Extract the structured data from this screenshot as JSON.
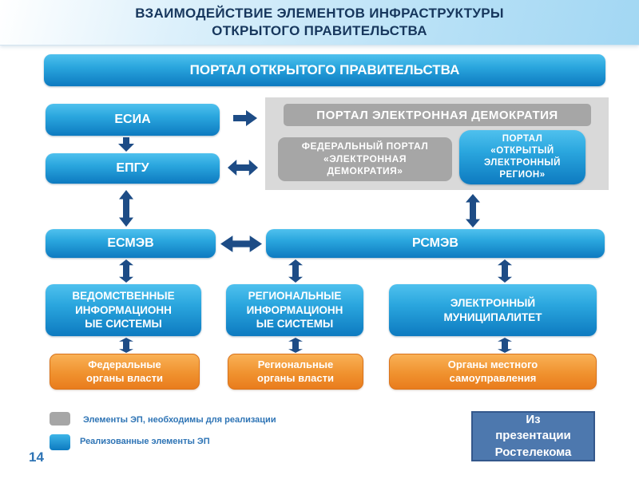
{
  "slide": {
    "title": "ВЗАИМОДЕЙСТВИЕ ЭЛЕМЕНТОВ ИНФРАСТРУКТУРЫ\nОТКРЫТОГО ПРАВИТЕЛЬСТВА",
    "page_number": "14"
  },
  "nodes": {
    "portal_open_gov": "ПОРТАЛ ОТКРЫТОГО ПРАВИТЕЛЬСТВА",
    "esia": "ЕСИА",
    "epgu": "ЕПГУ",
    "portal_e_democracy": "ПОРТАЛ ЭЛЕКТРОННАЯ ДЕМОКРАТИЯ",
    "federal_portal_e_democracy": "ФЕДЕРАЛЬНЫЙ  ПОРТАЛ\n«ЭЛЕКТРОННАЯ\nДЕМОКРАТИЯ»",
    "portal_open_e_region": "ПОРТАЛ\n«ОТКРЫТЫЙ\nЭЛЕКТРОННЫЙ\nРЕГИОН»",
    "esmev": "ЕСМЭВ",
    "rsmev": "РСМЭВ",
    "vedomstvennye_is": "ВЕДОМСТВЕННЫЕ\nИНФОРМАЦИОНН\nЫЕ СИСТЕМЫ",
    "regionalnye_is": "РЕГИОНАЛЬНЫЕ\nИНФОРМАЦИОНН\nЫЕ СИСТЕМЫ",
    "electronic_municipality": "ЭЛЕКТРОННЫЙ\nМУНИЦИПАЛИТЕТ",
    "federal_authorities": "Федеральные\nорганы власти",
    "regional_authorities": "Региональные\nорганы власти",
    "local_authorities": "Органы местного\nсамоуправления"
  },
  "legend": {
    "items": [
      {
        "label": "Элементы ЭП, необходимы для реализации",
        "color": "#a6a6a6"
      },
      {
        "label": "Реализованные элементы ЭП",
        "color": "#1b9de0"
      }
    ]
  },
  "note": {
    "source_label": "Из\nпрезентации\nРостелекома"
  },
  "colors": {
    "arrow": "#1d4c86",
    "blue_box_top": "#4fc1ee",
    "blue_box_bottom": "#0d7ac0",
    "gray_box": "#a6a6a6",
    "gray_panel": "#d9d9d9",
    "orange_top": "#f9b156",
    "orange_bottom": "#e97c1d",
    "note_background": "#4d78ae",
    "note_border": "#34588c",
    "title_text": "#17375d",
    "legend_text": "#2e74b5"
  }
}
